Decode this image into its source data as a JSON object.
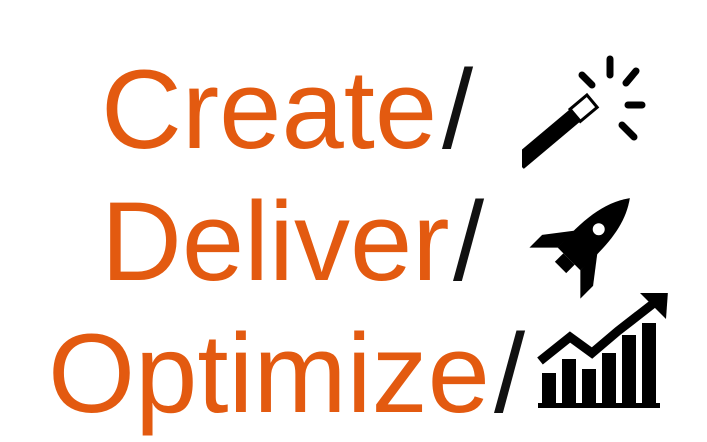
{
  "lines": [
    {
      "word": "Create",
      "separator": "/",
      "icon": "magic-wand-icon"
    },
    {
      "word": "Deliver",
      "separator": "/",
      "icon": "rocket-icon"
    },
    {
      "word": "Optimize",
      "separator": "/",
      "icon": "growth-chart-icon"
    }
  ],
  "colors": {
    "word": "#e35a10",
    "separator": "#111111",
    "icon": "#000000",
    "background": "#ffffff"
  }
}
